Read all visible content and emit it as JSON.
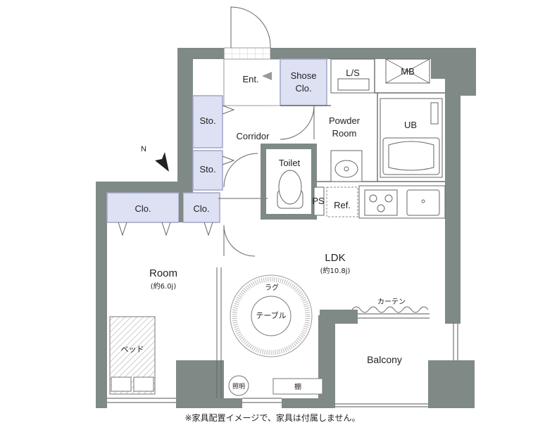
{
  "rooms": {
    "ent": "Ent.",
    "shoe1": "Shose",
    "shoe2": "Clo.",
    "ls": "L/S",
    "mb": "MB",
    "sto1": "Sto.",
    "sto2": "Sto.",
    "corridor": "Corridor",
    "powder1": "Powder",
    "powder2": "Room",
    "ub": "UB",
    "toilet": "Toilet",
    "ps": "PS",
    "ref": "Ref.",
    "clo1": "Clo.",
    "clo2": "Clo.",
    "room": "Room",
    "room_size": "(約6.0j)",
    "ldk": "LDK",
    "ldk_size": "(約10.8j)",
    "balcony": "Balcony"
  },
  "furniture": {
    "rug": "ラグ",
    "table": "テーブル",
    "bed": "ベッド",
    "light": "照明",
    "shelf": "棚",
    "curtain": "カーテン"
  },
  "compass": "N",
  "note": "※家具配置イメージで、家具は付属しません。",
  "colors": {
    "wall": "#7f8a86",
    "storage": "#dde1f3",
    "storage_border": "#9fa6c8",
    "line": "#555555"
  }
}
